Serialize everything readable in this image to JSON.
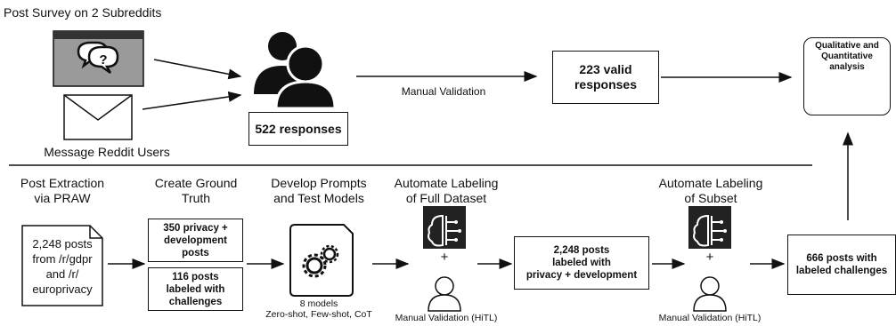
{
  "survey": {
    "title": "Post Survey on 2 Subreddits",
    "message_label": "Message Reddit Users",
    "responses": "522 responses",
    "validation_label": "Manual Validation",
    "valid_responses": "223 valid\nresponses",
    "analysis": "Qualitative and\nQuantitative\nanalysis"
  },
  "pipeline": {
    "step1_title": "Post Extraction\nvia PRAW",
    "step1_doc": "2,248 posts\nfrom /r/gdpr\nand /r/\neuroprivacy",
    "step2_title": "Create Ground\nTruth",
    "step2_box_a": "350 privacy +\ndevelopment\nposts",
    "step2_box_b": "116 posts\nlabeled with\nchallenges",
    "step3_title": "Develop Prompts\nand Test Models",
    "step3_caption": "8 models\nZero-shot, Few-shot, CoT",
    "step4_title": "Automate Labeling\nof Full Dataset",
    "step4_validation": "Manual Validation (HiTL)",
    "step4_result": "2,248 posts\nlabeled with\nprivacy + development",
    "step5_title": "Automate Labeling\nof Subset",
    "step5_validation": "Manual Validation (HiTL)",
    "step5_result": "666 posts with\nlabeled challenges",
    "plus": "+"
  }
}
